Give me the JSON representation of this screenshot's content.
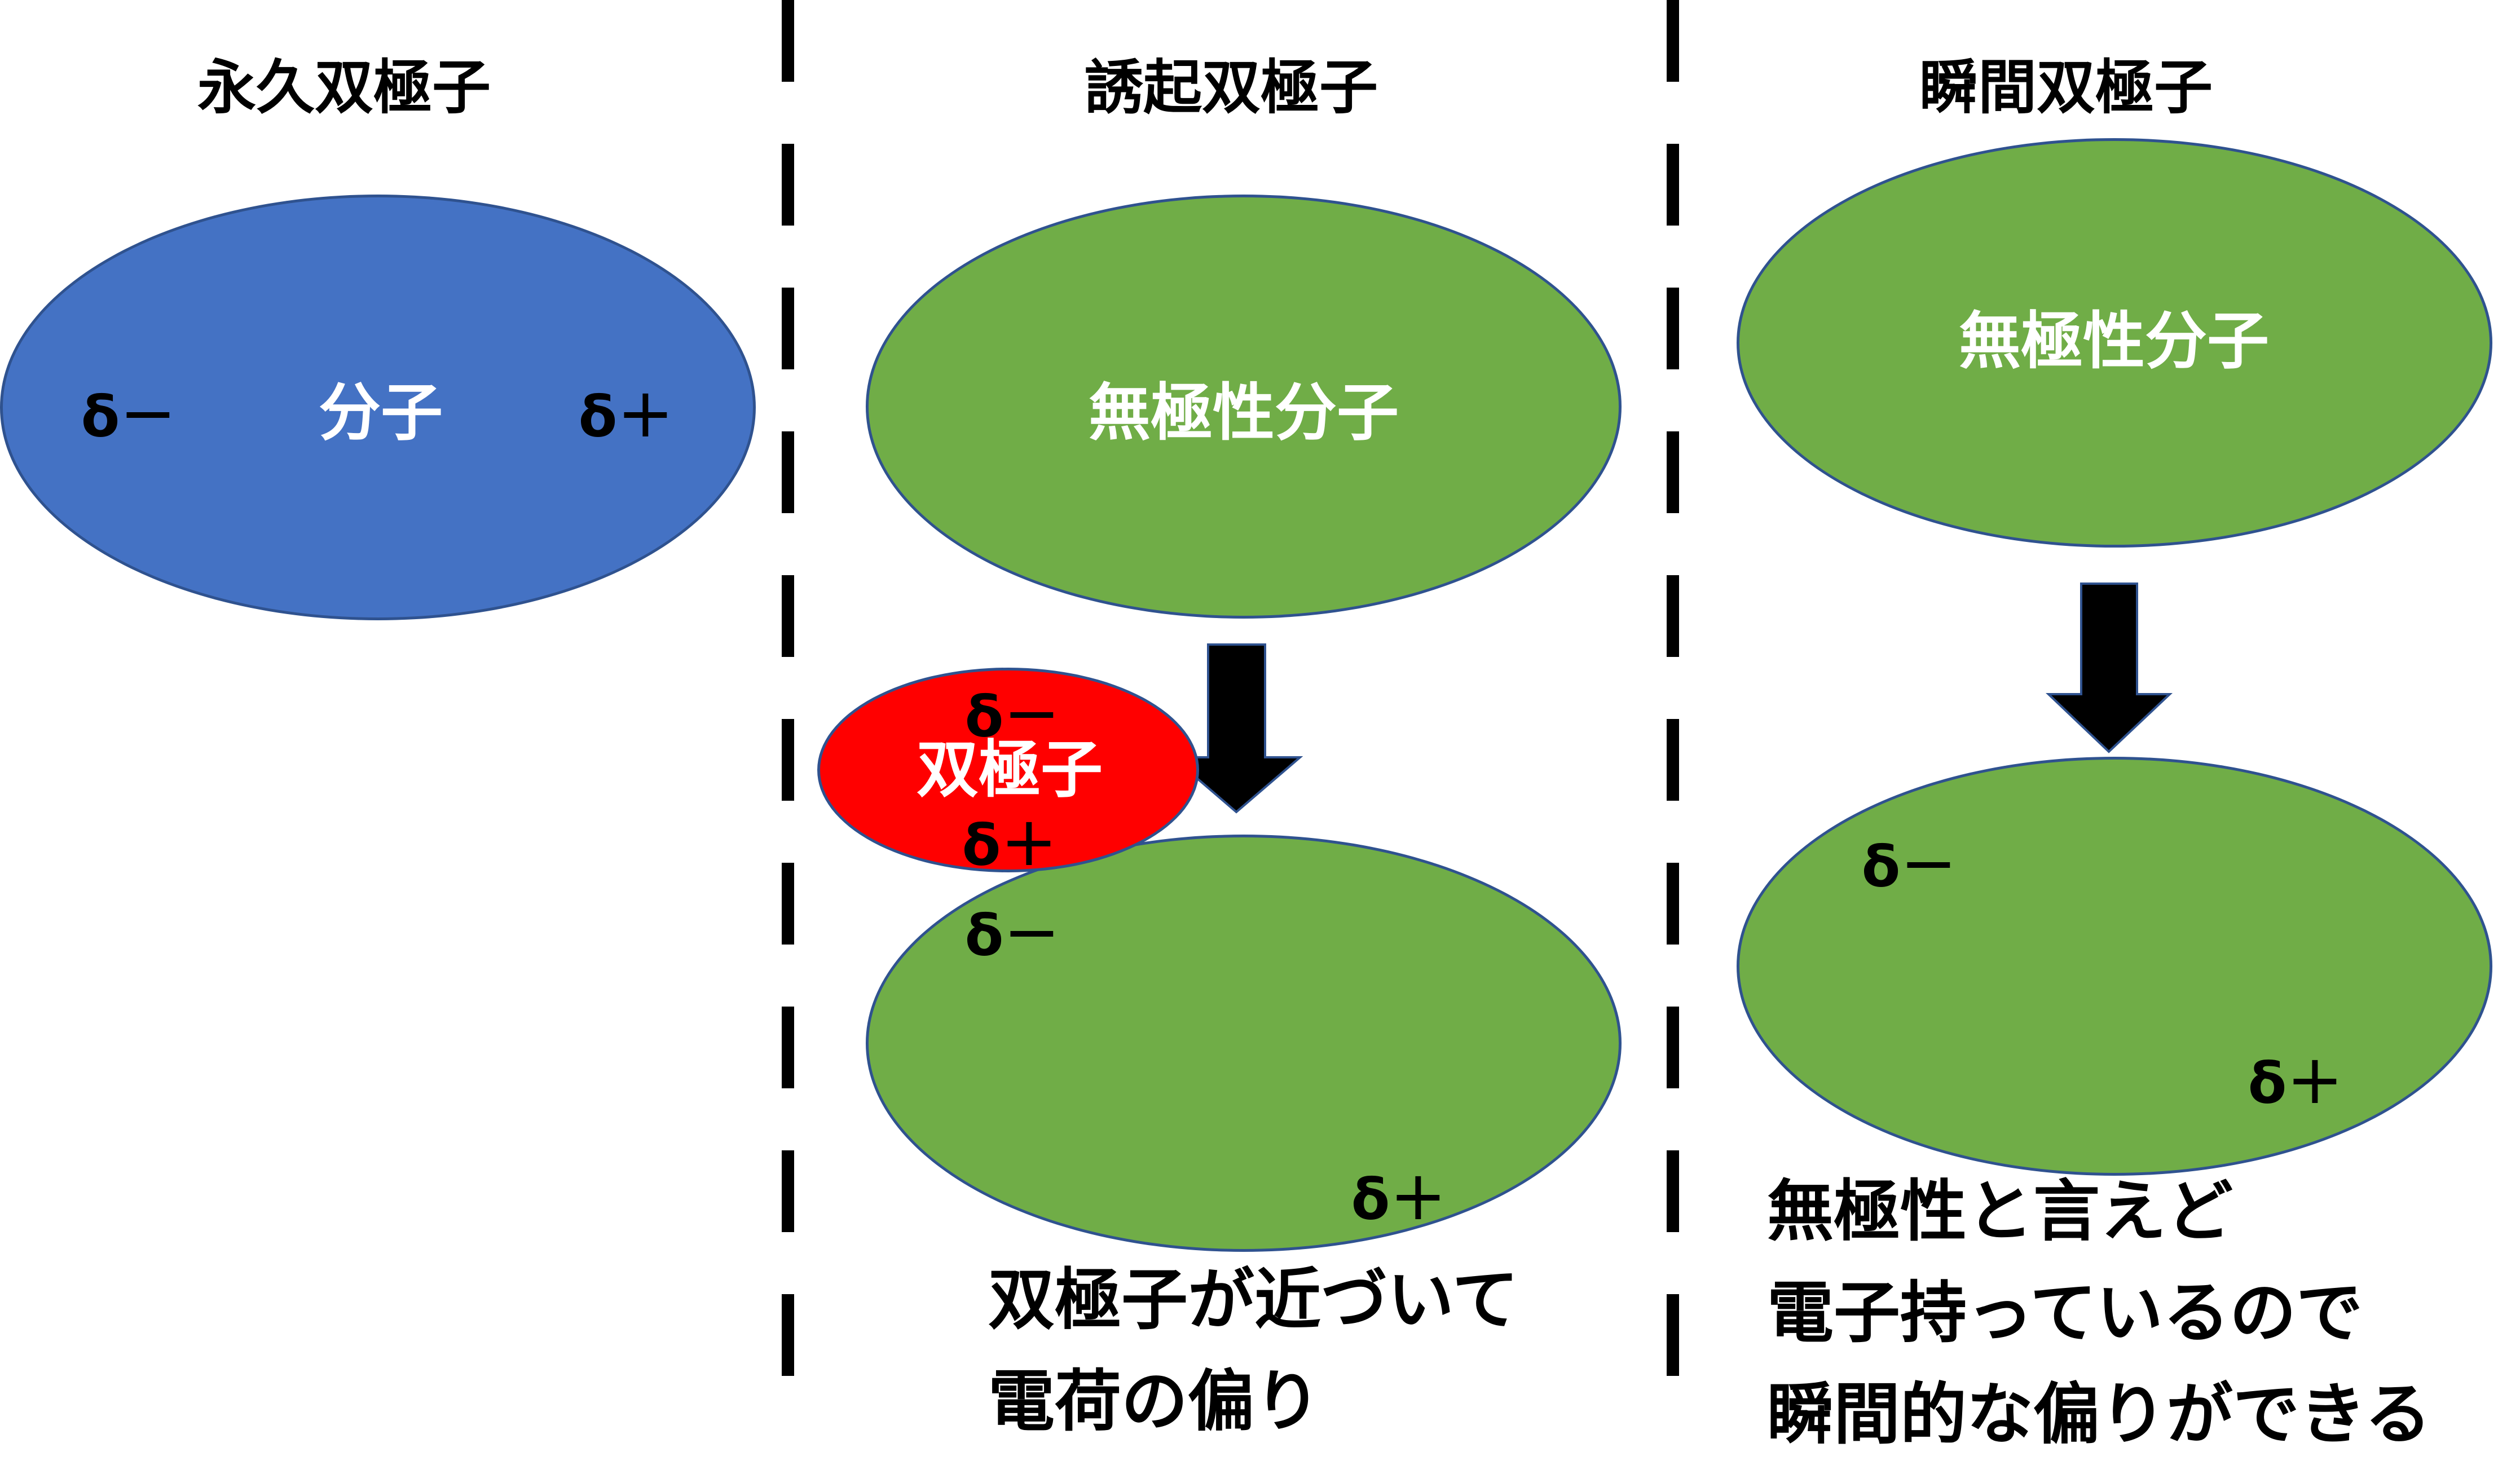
{
  "colors": {
    "permanent_molecule": "#4472c4",
    "nonpolar_molecule": "#70ad47",
    "dipole": "#ff0000",
    "outline": "#2f528f",
    "text_dark": "#000000",
    "text_light": "#ffffff"
  },
  "panels": {
    "permanent": {
      "title": "永久双極子",
      "molecule_label": "分子",
      "delta_minus": "δ－",
      "delta_plus": "δ＋"
    },
    "induced": {
      "title": "誘起双極子",
      "molecule_label": "無極性分子",
      "dipole_label": "双極子",
      "dipole_delta_minus": "δ－",
      "dipole_delta_plus": "δ＋",
      "result_delta_minus": "δ－",
      "result_delta_plus": "δ＋",
      "caption_lines": [
        "双極子が近づいて",
        "電荷の偏り"
      ],
      "arrow_icon": "down-arrow-icon"
    },
    "instantaneous": {
      "title": "瞬間双極子",
      "molecule_label": "無極性分子",
      "result_delta_minus": "δ－",
      "result_delta_plus": "δ＋",
      "caption_lines": [
        "無極性と言えど",
        "電子持っているので",
        "瞬間的な偏りができる"
      ],
      "arrow_icon": "down-arrow-icon"
    }
  }
}
